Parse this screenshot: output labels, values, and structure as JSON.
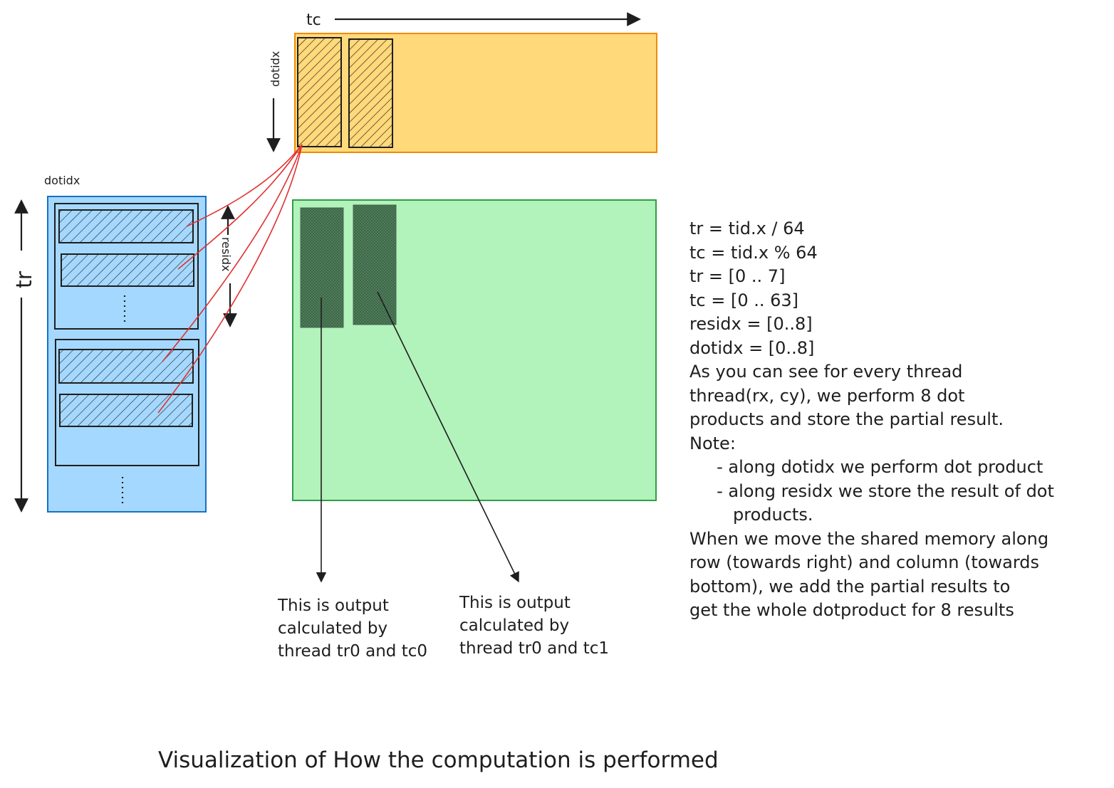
{
  "diagram": {
    "labels": {
      "tc": "tc",
      "dotidx_top": "dotidx",
      "dotidx_left": "dotidx",
      "tr": "tr",
      "residx": "residx"
    },
    "notes": [
      "tr = tid.x / 64",
      "tc = tid.x % 64",
      "",
      "tr = [0 .. 7]",
      "tc = [0 .. 63]",
      "residx = [0..8]",
      "dotidx = [0..8]",
      "",
      "As you can see for every thread",
      "thread(rx, cy), we perform 8 dot",
      "products and store the partial result.",
      "Note:",
      "     - along dotidx we perform dot product",
      "     - along residx we store the result of dot",
      "        products.",
      "",
      "When we move the shared memory along",
      "row (towards right) and column (towards",
      "bottom), we add the partial results to",
      "get the whole dotproduct for 8 results"
    ],
    "captions": [
      "This is output calculated by thread tr0 and tc0",
      "This is output calculated by thread tr0 and tc1"
    ],
    "title": "Visualization of How the computation is performed",
    "colors": {
      "yellow_fill": "#ffd97a",
      "yellow_stroke": "#f08c00",
      "blue_fill": "#a5d8ff",
      "blue_stroke": "#1971c2",
      "green_fill": "#b2f2bb",
      "green_stroke": "#2f9e44",
      "connector": "#e03131",
      "ink": "#1e1e1e"
    }
  }
}
